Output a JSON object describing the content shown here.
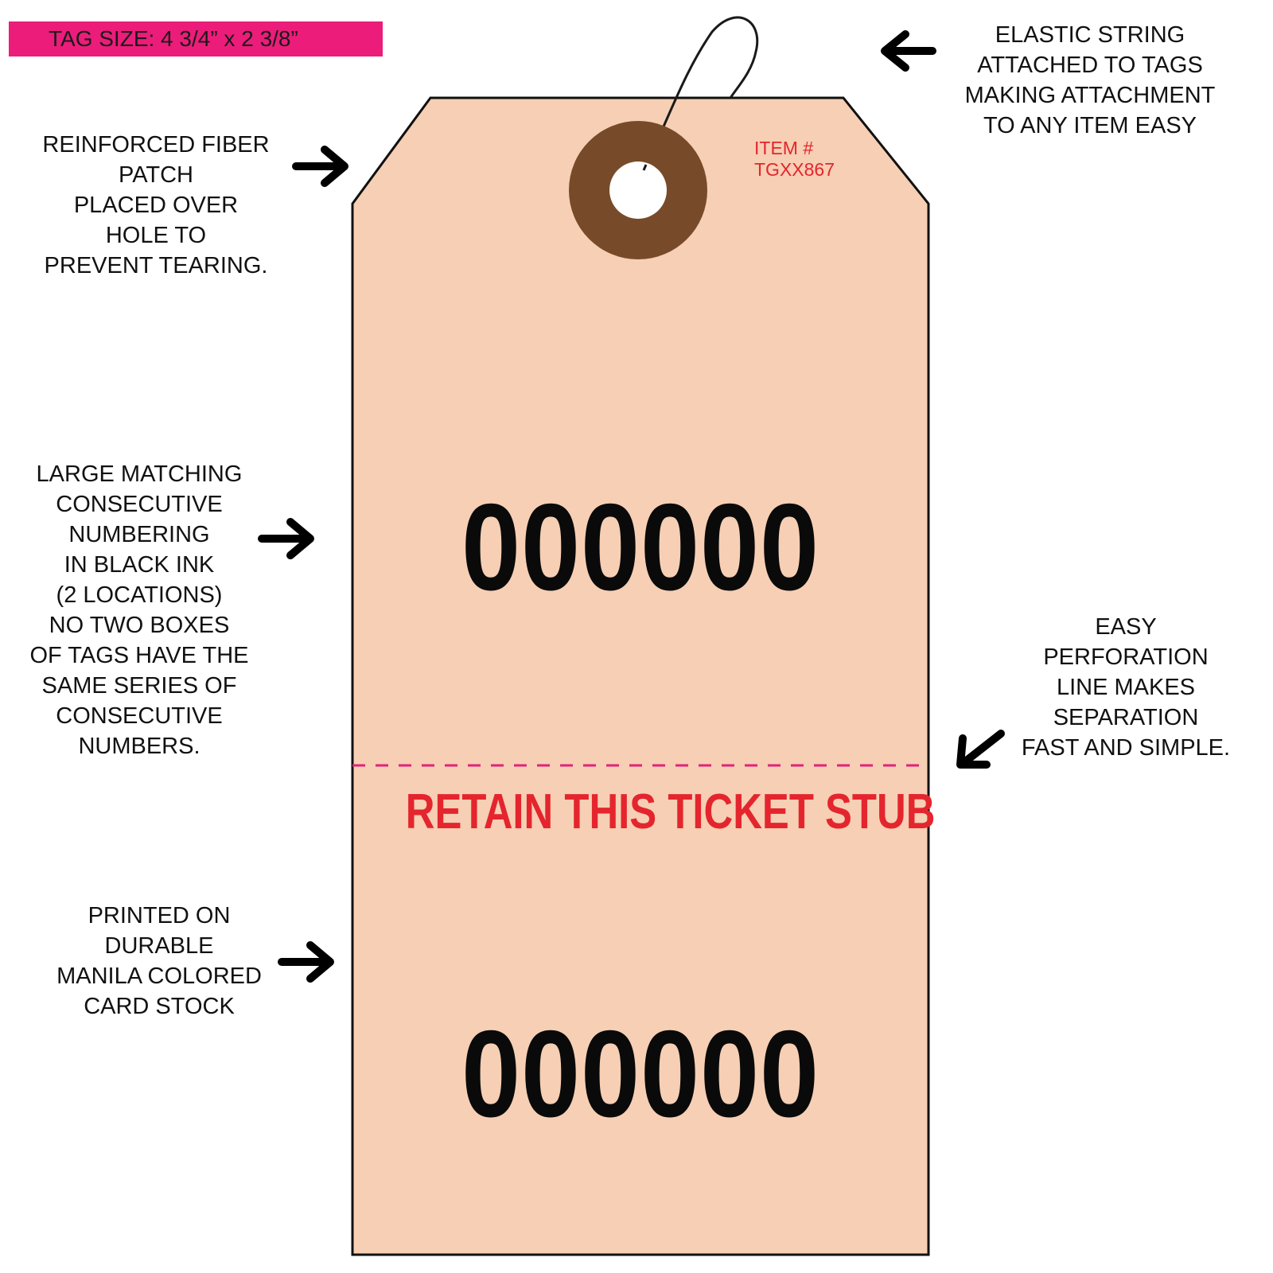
{
  "banner": {
    "text": "TAG SIZE: 4 3/4” x 2 3/8”",
    "color": "#ec1c7a"
  },
  "tag": {
    "fill_color": "#f6cfb4",
    "patch_color": "#774b29",
    "perforation_color": "#e0237a",
    "item_number": {
      "label": "ITEM #",
      "code": "TGXX867"
    },
    "top_number": "000000",
    "stub_text": "RETAIN THIS TICKET STUB",
    "bottom_number": "000000"
  },
  "callouts": {
    "fiber_patch": {
      "lines": [
        "REINFORCED FIBER",
        "PATCH",
        "PLACED OVER",
        "HOLE TO",
        "PREVENT TEARING."
      ]
    },
    "elastic_string": {
      "lines": [
        "ELASTIC STRING",
        "ATTACHED TO TAGS",
        "MAKING ATTACHMENT",
        "TO ANY ITEM EASY"
      ]
    },
    "numbering": {
      "lines": [
        "LARGE MATCHING",
        "CONSECUTIVE",
        "NUMBERING",
        "IN BLACK INK",
        "(2 LOCATIONS)",
        "NO TWO BOXES",
        "OF TAGS HAVE THE",
        "SAME SERIES OF",
        "CONSECUTIVE",
        "NUMBERS."
      ]
    },
    "perforation": {
      "lines": [
        "EASY",
        "PERFORATION",
        "LINE MAKES",
        "SEPARATION",
        "FAST AND SIMPLE."
      ]
    },
    "card_stock": {
      "lines": [
        "PRINTED ON",
        "DURABLE",
        "MANILA COLORED",
        "CARD STOCK"
      ]
    }
  },
  "icons": {
    "arrow_right": "arrow-right-icon",
    "arrow_left": "arrow-left-icon",
    "arrow_down_left": "arrow-down-left-icon"
  }
}
